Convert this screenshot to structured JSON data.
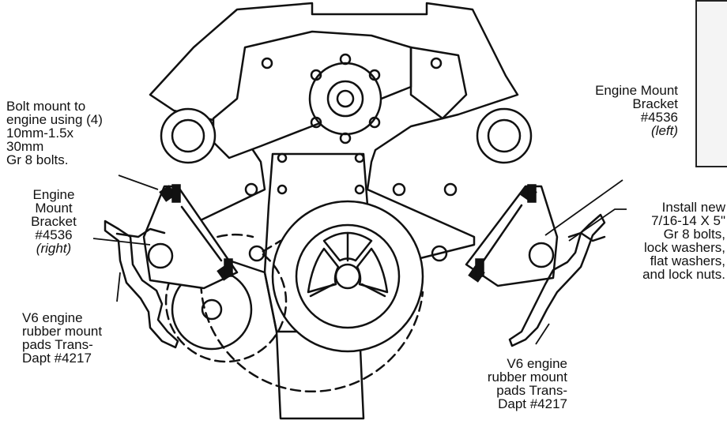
{
  "diagram": {
    "labels": {
      "bolt_mount": [
        "Bolt mount to",
        "engine using (4)",
        "10mm-1.5x",
        "30mm",
        "Gr 8 bolts."
      ],
      "bracket_right": {
        "lines": [
          "Engine",
          "Mount",
          "Bracket",
          "#4536"
        ],
        "side": "(right)"
      },
      "bracket_left": {
        "lines": [
          "Engine Mount",
          "Bracket",
          "#4536"
        ],
        "side": "(left)"
      },
      "install_bolts": [
        "Install new",
        "7/16-14 X 5\"",
        "Gr 8 bolts,",
        "lock washers,",
        "flat washers,",
        "and lock nuts."
      ],
      "pads_left": [
        "V6 engine",
        "rubber mount",
        "pads Trans-",
        "Dapt #4217"
      ],
      "pads_right": [
        "V6 engine",
        "rubber mount",
        "pads Trans-",
        "Dapt #4217"
      ]
    },
    "colors": {
      "line": "#111111",
      "fill": "#ffffff",
      "bolt": "#111111",
      "inset_fill": "#f4f4f4"
    }
  }
}
